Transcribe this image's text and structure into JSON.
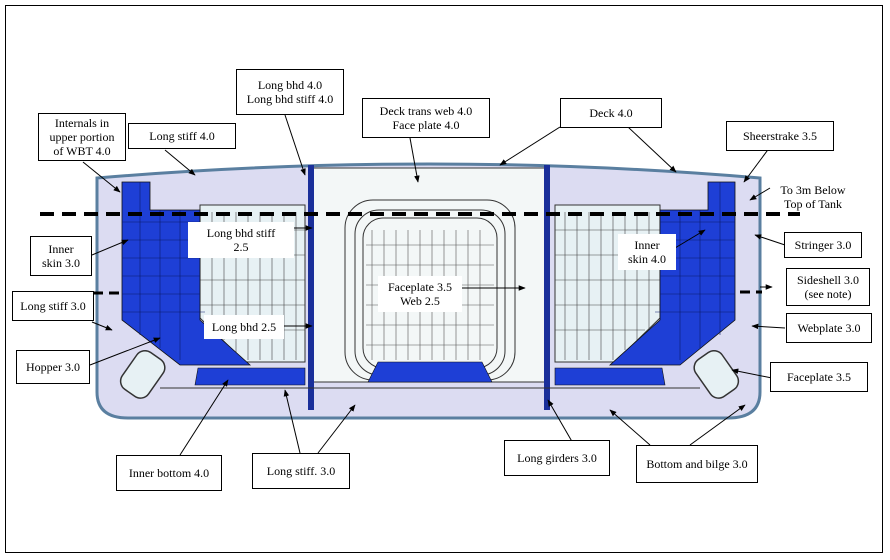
{
  "colors": {
    "hull_fill": "#dcdcf2",
    "hull_outline": "#5a7fa0",
    "inner_blue": "#1e3fd6",
    "tank_fill": "#e7f1f4",
    "grid_line": "#2a2a2a",
    "arrow": "#000000"
  },
  "labels": {
    "internals_upper": [
      "Internals in",
      "upper portion",
      "of WBT 4.0"
    ],
    "long_stiff_top": [
      "Long stiff 4.0"
    ],
    "long_bhd": [
      "Long bhd 4.0",
      "Long bhd stiff 4.0"
    ],
    "deck_trans_web": [
      "Deck trans web 4.0",
      "Face plate 4.0"
    ],
    "deck": [
      "Deck 4.0"
    ],
    "sheerstrake": [
      "Sheerstrake 3.5"
    ],
    "to_3m": [
      "To 3m Below",
      "Top of Tank"
    ],
    "inner_skin_left": [
      "Inner",
      "skin 3.0"
    ],
    "long_bhd_stiff_inner": [
      "Long bhd stiff",
      "2.5"
    ],
    "inner_skin_right": [
      "Inner",
      "skin 4.0"
    ],
    "stringer": [
      "Stringer 3.0"
    ],
    "faceplate_web": [
      "Faceplate 3.5",
      "Web  2.5"
    ],
    "sideshell": [
      "Sideshell 3.0",
      "(see note)"
    ],
    "long_stiff_left": [
      "Long stiff 3.0"
    ],
    "long_bhd_25": [
      "Long bhd 2.5"
    ],
    "webplate": [
      "Webplate 3.0"
    ],
    "hopper": [
      "Hopper 3.0"
    ],
    "faceplate_right": [
      "Faceplate 3.5"
    ],
    "inner_bottom": [
      "Inner bottom 4.0"
    ],
    "long_stiff_bottom": [
      "Long stiff. 3.0"
    ],
    "long_girders": [
      "Long girders 3.0"
    ],
    "bottom_bilge": [
      "Bottom and bilge 3.0"
    ]
  }
}
